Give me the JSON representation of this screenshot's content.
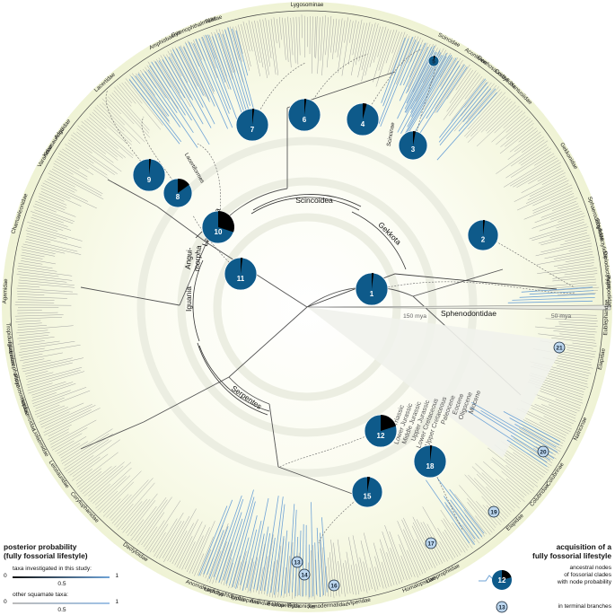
{
  "clades": {
    "scincoidea": "Scincoidea",
    "gekkota": "Gekkota",
    "lacertoidea": "Lacertoidea",
    "anguimorpha_1": "Angui-",
    "anguimorpha_2": "morpha",
    "iguania": "Iguania",
    "serpentes": "Serpentes",
    "sphenodontidae": "Sphenodontidae",
    "lygosominae": "Lygosominae",
    "scincinae": "Scincinae",
    "lacertiformes": "Lacertiformes"
  },
  "families": [
    {
      "name": "Lygosominae",
      "angle": -90
    },
    {
      "name": "Scincidae",
      "angle": -62
    },
    {
      "name": "Acontiinae",
      "angle": -56
    },
    {
      "name": "Gerrhosauridae",
      "angle": -52
    },
    {
      "name": "Cordylidae",
      "angle": -49
    },
    {
      "name": "Xantusiidae",
      "angle": -45
    },
    {
      "name": "Gekkonidae",
      "angle": -30
    },
    {
      "name": "Sphaerodactylidae",
      "angle": -17
    },
    {
      "name": "Phyllodactylidae",
      "angle": -13
    },
    {
      "name": "Diplodactylidae",
      "angle": -7
    },
    {
      "name": "Pygopodidae",
      "angle": -3
    },
    {
      "name": "Eublepharidae",
      "angle": 2
    },
    {
      "name": "Elapidae",
      "angle": 10
    },
    {
      "name": "Natricinae",
      "angle": 24
    },
    {
      "name": "Colubrinae",
      "angle": 34
    },
    {
      "name": "Colubridae",
      "angle": 39
    },
    {
      "name": "Elapidae",
      "angle": 46
    },
    {
      "name": "Lamprophiidae",
      "angle": 63
    },
    {
      "name": "Homalopsidae",
      "angle": 68
    },
    {
      "name": "Viperidae",
      "angle": 80
    },
    {
      "name": "Xenodermatidae",
      "angle": 86
    },
    {
      "name": "Pythonidae",
      "angle": 91
    },
    {
      "name": "Uropeltidae",
      "angle": 94
    },
    {
      "name": "Boidae",
      "angle": 96
    },
    {
      "name": "Aniliidae",
      "angle": 99
    },
    {
      "name": "Typhlopidae",
      "angle": 102
    },
    {
      "name": "Leptotyphlopidae",
      "angle": 106
    },
    {
      "name": "Anomalepididae",
      "angle": 110
    },
    {
      "name": "Dactyloidae",
      "angle": 125
    },
    {
      "name": "Corytophanidae",
      "angle": 138
    },
    {
      "name": "Leiosauridae",
      "angle": 146
    },
    {
      "name": "Liolaemidae",
      "angle": 153
    },
    {
      "name": "Hoplocercidae",
      "angle": 159
    },
    {
      "name": "Phrynosomatidae",
      "angle": 163
    },
    {
      "name": "Leiocephalidae",
      "angle": 168
    },
    {
      "name": "Iguanidae",
      "angle": 171
    },
    {
      "name": "Tropiduridae",
      "angle": 174
    },
    {
      "name": "Agamidae",
      "angle": 183
    },
    {
      "name": "Chamaeleonidae",
      "angle": 198
    },
    {
      "name": "Varanidae",
      "angle": 210
    },
    {
      "name": "Xenosauridae",
      "angle": 213
    },
    {
      "name": "Anguidae",
      "angle": 216
    },
    {
      "name": "Lacertidae",
      "angle": 228
    },
    {
      "name": "Amphisbaenia",
      "angle": 242
    },
    {
      "name": "Gymnophthalmidae",
      "angle": 248
    },
    {
      "name": "Teiidae",
      "angle": 252
    }
  ],
  "eras": [
    "Upper Triassic",
    "Lower Jurassic",
    "Middle Jurassic",
    "Upper Jurassic",
    "Lower Cretaceous",
    "Upper Cretaceous",
    "Paleocene",
    "Eocene",
    "Oligocene",
    "Miocene"
  ],
  "scale": {
    "mya150": "150 mya",
    "mya50": "50 mya"
  },
  "pies": [
    {
      "label": "1",
      "p": 0.98
    },
    {
      "label": "2",
      "p": 0.98
    },
    {
      "label": "3",
      "p": 0.97
    },
    {
      "label": "4",
      "p": 0.96
    },
    {
      "label": "5",
      "p": 0.95
    },
    {
      "label": "6",
      "p": 0.98
    },
    {
      "label": "7",
      "p": 0.98
    },
    {
      "label": "8",
      "p": 0.85
    },
    {
      "label": "9",
      "p": 0.98
    },
    {
      "label": "10",
      "p": 0.7
    },
    {
      "label": "11",
      "p": 0.98
    },
    {
      "label": "12",
      "p": 0.8
    },
    {
      "label": "15",
      "p": 0.97
    },
    {
      "label": "18",
      "p": 0.98
    }
  ],
  "tips": [
    "13",
    "14",
    "16",
    "17",
    "19",
    "20",
    "21"
  ],
  "colors": {
    "pie_blue": "#0e5a8a",
    "pie_black": "#000000",
    "fossorial_blue": "#6fa3d6",
    "ring_bg": "#f4f6dc",
    "branch_gray": "#9a9a9a"
  },
  "legend_left": {
    "title_1": "posterior probability",
    "title_2": "(fully fossorial lifestyle)",
    "label_investigated": "taxa investigated in this study:",
    "label_other": "other squamate taxa:",
    "min": "0",
    "mid": "0.5",
    "max": "1"
  },
  "legend_right": {
    "title_1": "acquisition of a",
    "title_2": "fully fossorial lifestyle",
    "ancestral_1": "ancestral nodes",
    "ancestral_2": "of fossorial clades",
    "ancestral_3": "with node probability",
    "terminal": "in terminal branches",
    "pie_example": "12",
    "tip_example": "13"
  }
}
